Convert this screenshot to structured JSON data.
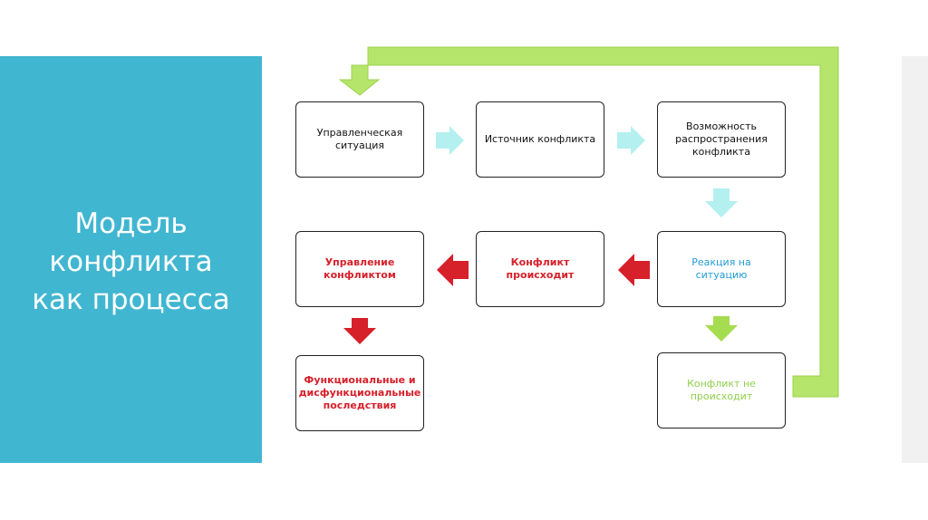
{
  "slide_title_lines": [
    "Модель",
    "конфликта",
    "как процесса"
  ],
  "boxes": {
    "b1": "Управленческая ситуация",
    "b2": "Источник конфликта",
    "b3": "Возможность распространения конфликта",
    "b4": "Реакция на ситуацию",
    "b5": "Конфликт происходит",
    "b6": "Управление конфликтом",
    "b7": "Функциональные и дисфункциональные последствия",
    "b8": "Конфликт не происходит"
  },
  "colors": {
    "panel": "#41b6d1",
    "red": "#d6202a",
    "blue": "#1f9bd6",
    "green_text": "#8fcf4a",
    "green_arrow": "#b5e56a",
    "cyan_arrow": "#b4f0f0"
  }
}
